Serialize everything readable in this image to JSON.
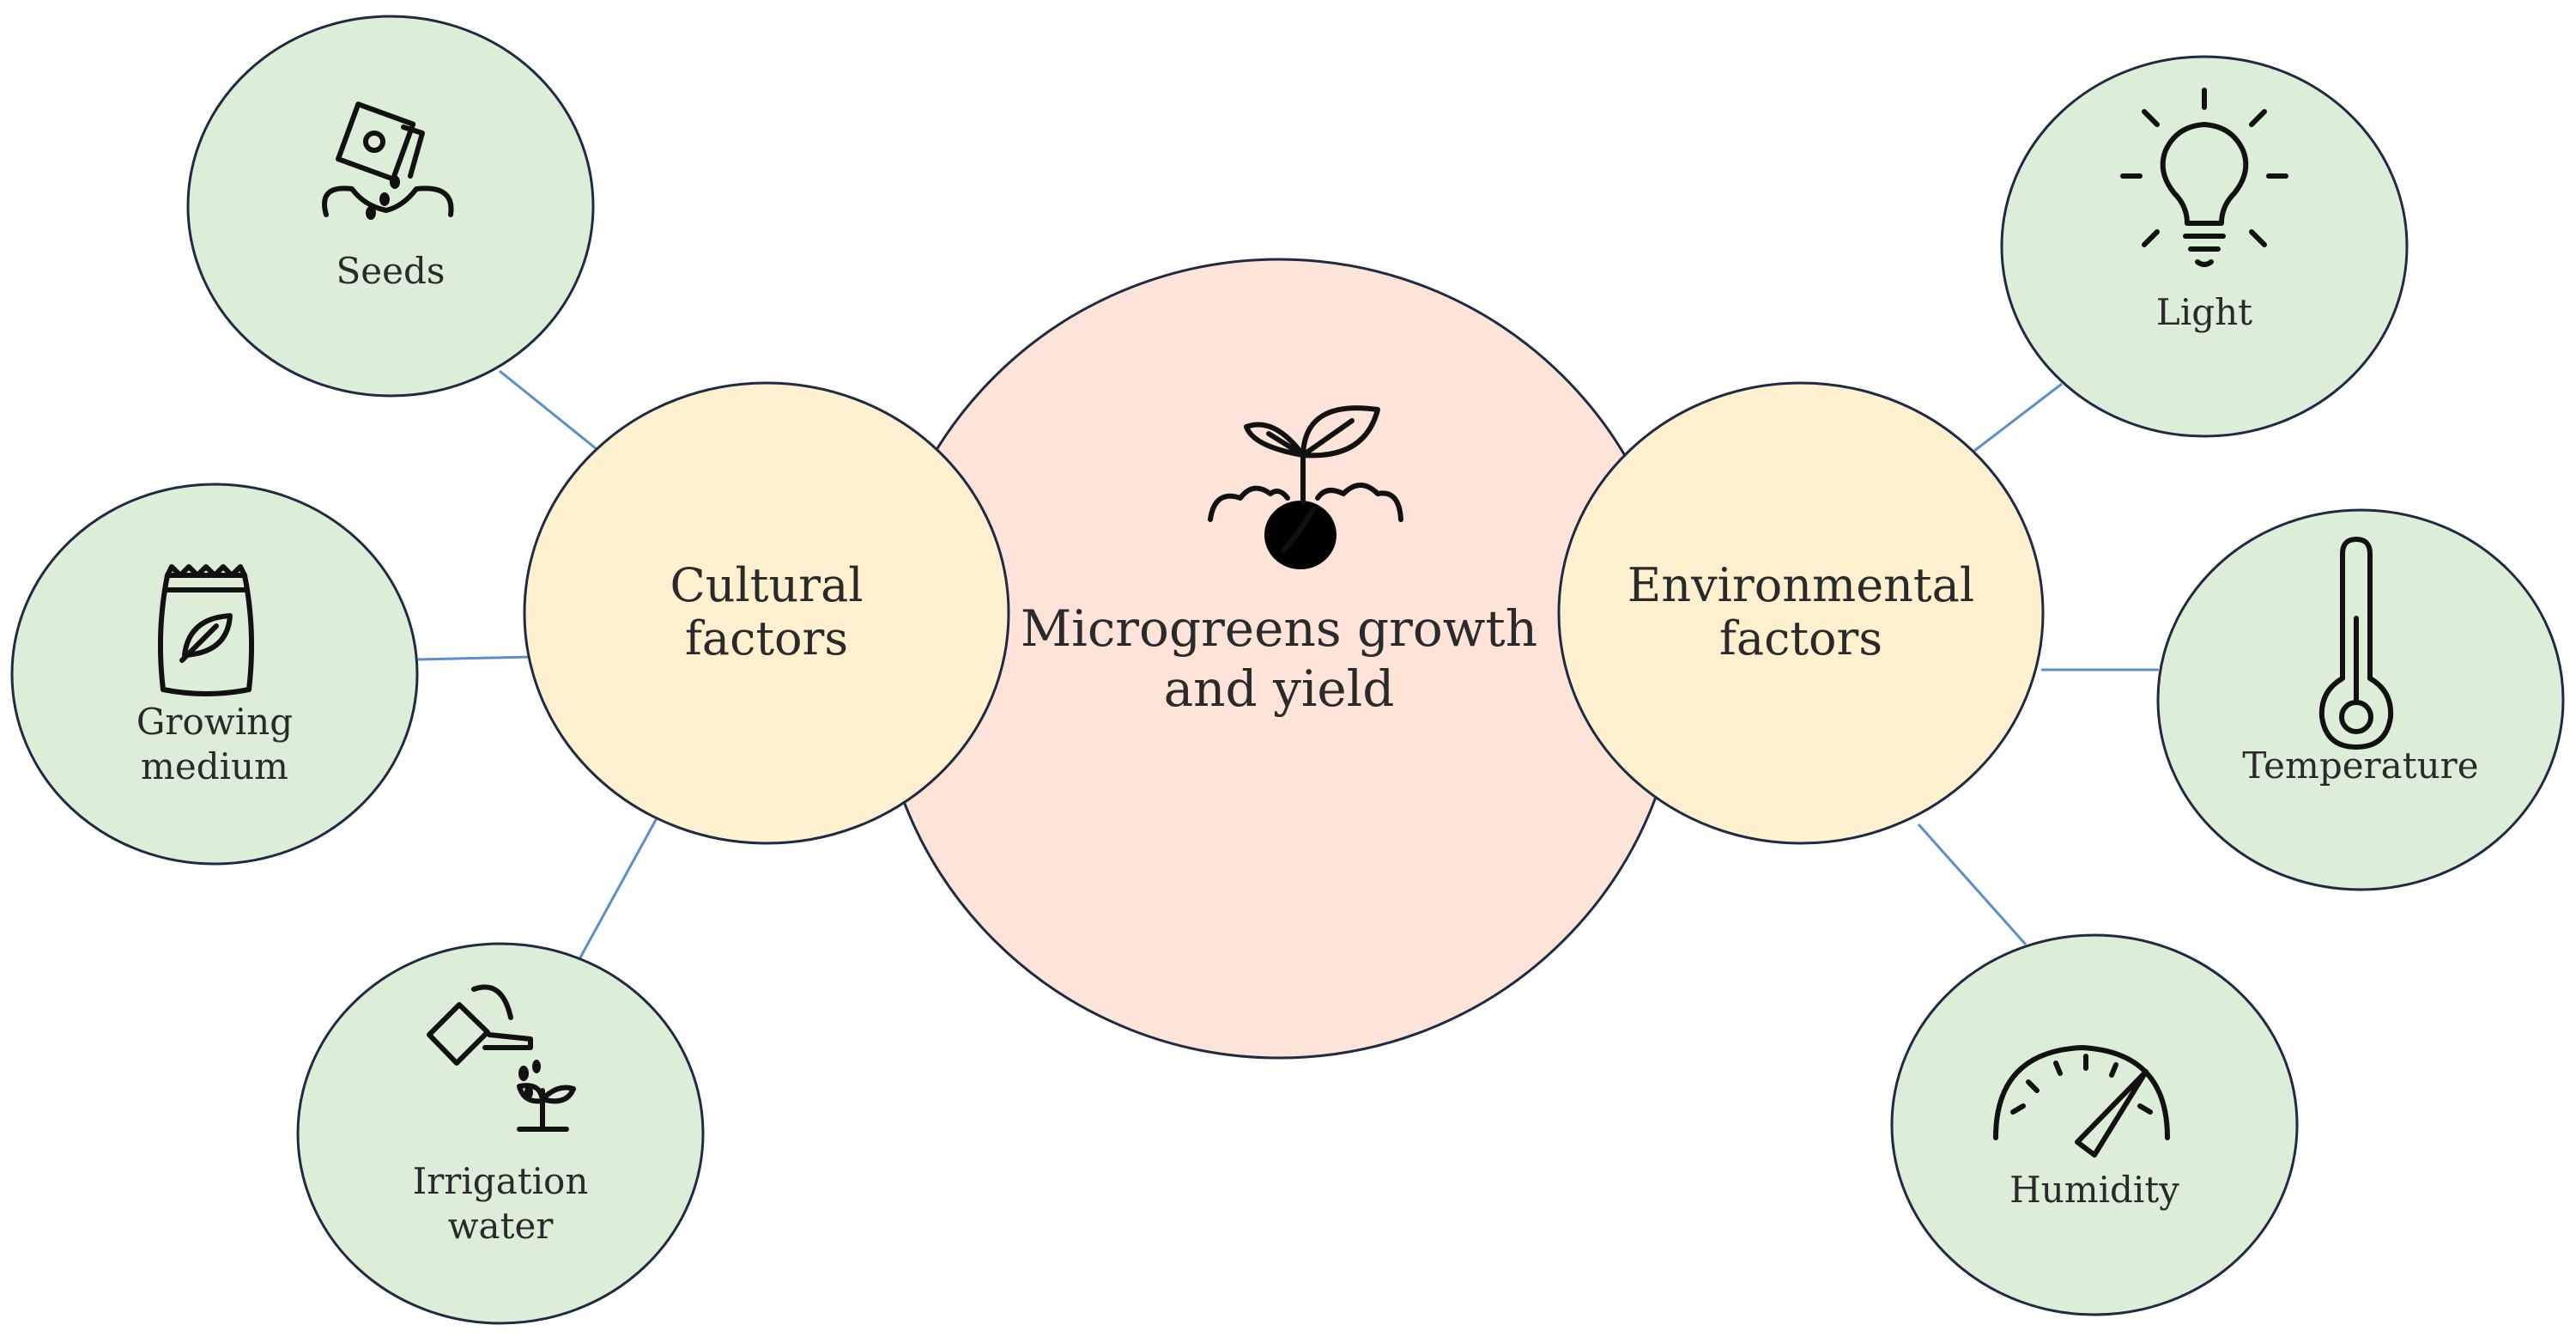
{
  "colors": {
    "center_fill": "#fde3d8",
    "group_fill": "#fff1cf",
    "factor_fill": "#ddeed8",
    "outline": "#1f2a44",
    "connector": "#5b8fc9"
  },
  "center": {
    "label_line1": "Microgreens growth",
    "label_line2": "and yield",
    "icon": "sprout-icon"
  },
  "groups": {
    "cultural": {
      "line1": "Cultural",
      "line2": "factors"
    },
    "environmental": {
      "line1": "Environmental",
      "line2": "factors"
    }
  },
  "factors": {
    "seeds": {
      "line1": "Seeds",
      "icon": "seed-packet-icon"
    },
    "growing_medium": {
      "line1": "Growing",
      "line2": "medium",
      "icon": "soil-bag-icon"
    },
    "irrigation_water": {
      "line1": "Irrigation",
      "line2": "water",
      "icon": "watering-can-icon"
    },
    "light": {
      "line1": "Light",
      "icon": "light-bulb-icon"
    },
    "temperature": {
      "line1": "Temperature",
      "icon": "thermometer-icon"
    },
    "humidity": {
      "line1": "Humidity",
      "icon": "gauge-icon"
    }
  }
}
